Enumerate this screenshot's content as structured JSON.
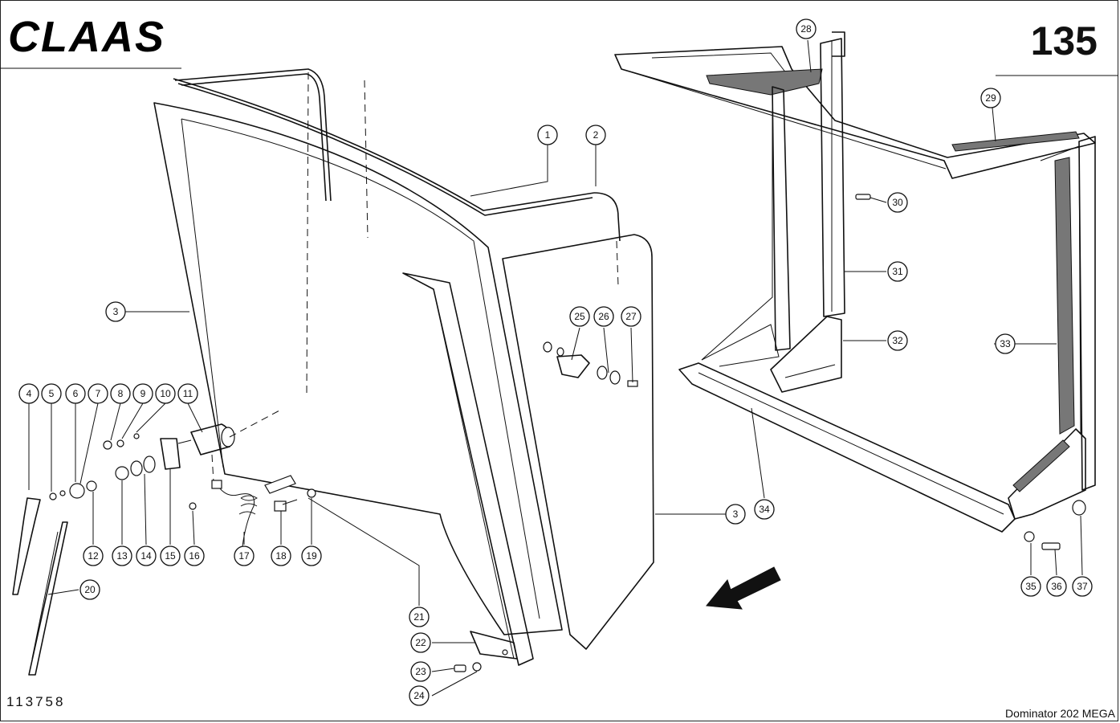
{
  "header": {
    "brand": "CLAAS",
    "page_number": "135"
  },
  "footer": {
    "drawing_number": "113758",
    "model": "Dominator  202 MEGA"
  },
  "callouts": [
    {
      "label": "1"
    },
    {
      "label": "2"
    },
    {
      "label": "3"
    },
    {
      "label": "3"
    },
    {
      "label": "4"
    },
    {
      "label": "5"
    },
    {
      "label": "6"
    },
    {
      "label": "7"
    },
    {
      "label": "8"
    },
    {
      "label": "9"
    },
    {
      "label": "10"
    },
    {
      "label": "11"
    },
    {
      "label": "12"
    },
    {
      "label": "13"
    },
    {
      "label": "14"
    },
    {
      "label": "15"
    },
    {
      "label": "16"
    },
    {
      "label": "17"
    },
    {
      "label": "18"
    },
    {
      "label": "19"
    },
    {
      "label": "20"
    },
    {
      "label": "21"
    },
    {
      "label": "22"
    },
    {
      "label": "23"
    },
    {
      "label": "24"
    },
    {
      "label": "25"
    },
    {
      "label": "26"
    },
    {
      "label": "27"
    },
    {
      "label": "28"
    },
    {
      "label": "29"
    },
    {
      "label": "30"
    },
    {
      "label": "31"
    },
    {
      "label": "32"
    },
    {
      "label": "33"
    },
    {
      "label": "34"
    },
    {
      "label": "35"
    },
    {
      "label": "36"
    },
    {
      "label": "37"
    }
  ]
}
